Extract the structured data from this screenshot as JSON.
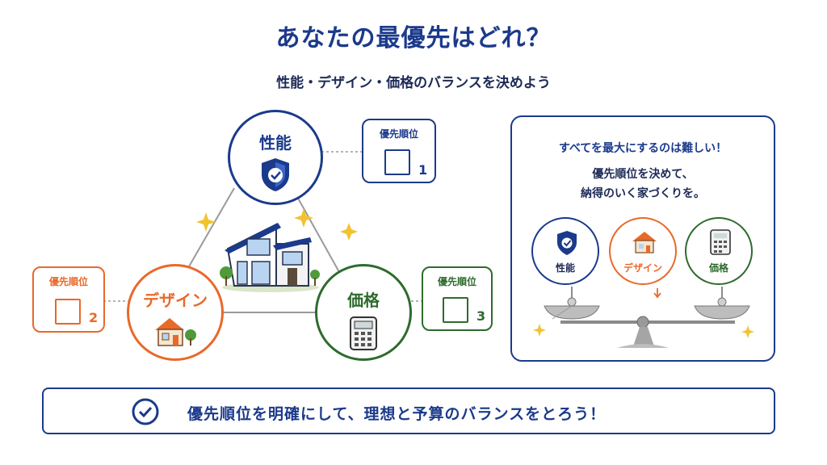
{
  "header": {
    "title": "あなたの最優先はどれ？",
    "subtitle": "性能・デザイン・価格のバランスを決めよう"
  },
  "nodes": {
    "performance": {
      "label": "性能",
      "icon": "shield-check-icon",
      "color": "#1b3a8c"
    },
    "design": {
      "label": "デザイン",
      "icon": "house-icon",
      "color": "#e8692a"
    },
    "price": {
      "label": "価格",
      "icon": "calculator-icon",
      "color": "#2e6b2e"
    }
  },
  "priority_boxes": [
    {
      "title": "優先順位",
      "number": "1",
      "color": "#1b3a8c"
    },
    {
      "title": "優先順位",
      "number": "2",
      "color": "#e8692a"
    },
    {
      "title": "優先順位",
      "number": "3",
      "color": "#2e6b2e"
    }
  ],
  "center_icon": "modern-house-icon",
  "panel": {
    "heading": "すべてを最大にするのは難しい！",
    "line1": "優先順位を決めて、",
    "line2": "納得のいく家づくりを。",
    "items": [
      {
        "label": "性能",
        "icon": "shield-check-icon"
      },
      {
        "label": "デザイン",
        "icon": "house-icon"
      },
      {
        "label": "価格",
        "icon": "calculator-icon"
      }
    ],
    "scale_icon": "balance-scale-icon"
  },
  "banner": {
    "icon": "check-circle-icon",
    "text": "優先順位を明確にして、理想と予算のバランスをとろう！"
  }
}
